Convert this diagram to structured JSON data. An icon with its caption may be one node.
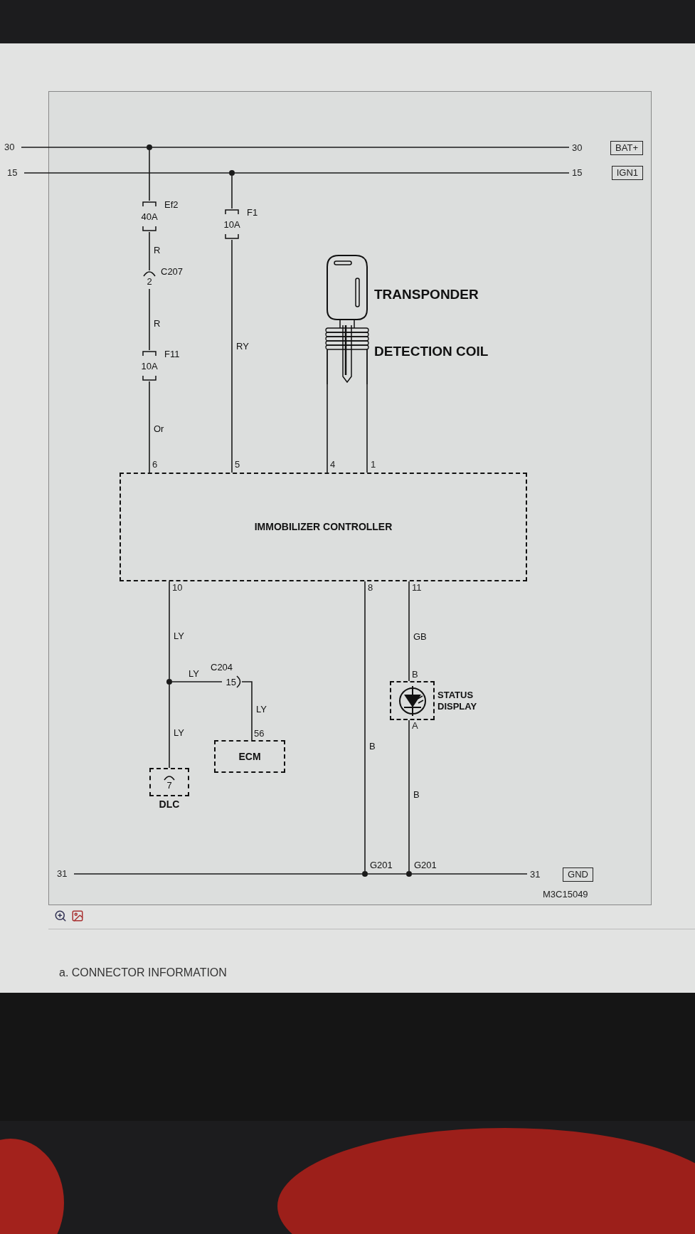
{
  "diagram": {
    "nodes": [
      {
        "text": [
          "BAT+"
        ],
        "beside": [
          "30"
        ]
      },
      {
        "text": [
          "IGN1"
        ],
        "beside": [
          "15"
        ]
      },
      {
        "text": [
          "40A"
        ],
        "beside": [
          "Ef2"
        ]
      },
      {
        "text": [
          "10A"
        ],
        "beside": [
          "F1"
        ]
      },
      {
        "text": [
          "2"
        ],
        "beside": [
          "C207"
        ]
      },
      {
        "text": [
          "10A"
        ],
        "beside": [
          "F11"
        ]
      },
      {
        "text": [],
        "shape": "picture",
        "beside": [
          "TRANSPONDER",
          "DETECTION COIL"
        ]
      },
      {
        "text": [
          "IMMOBILIZER CONTROLLER"
        ]
      },
      {
        "text": [
          "15"
        ],
        "beside": [
          "C204"
        ]
      },
      {
        "text": [
          "ECM"
        ]
      },
      {
        "text": [
          "7",
          "DLC"
        ]
      },
      {
        "text": [
          "STATUS DISPLAY"
        ]
      },
      {
        "text": [
          "GND"
        ],
        "beside": [
          "31"
        ]
      },
      {
        "text": [],
        "shape": "circle"
      },
      {
        "text": [],
        "shape": "circle",
        "beside": [
          "G201"
        ]
      },
      {
        "text": [],
        "shape": "circle",
        "beside": [
          "G201"
        ]
      },
      {
        "text": [],
        "shape": "circle"
      },
      {
        "text": [],
        "shape": "circle"
      },
      {
        "text": [
          "30"
        ]
      },
      {
        "text": [
          "15"
        ]
      },
      {
        "text": [
          "31"
        ]
      }
    ],
    "edges": [
      {
        "from": 18,
        "to": 16,
        "arrow": "none"
      },
      {
        "from": 16,
        "to": 0,
        "arrow": "none"
      },
      {
        "from": 19,
        "to": 17,
        "arrow": "none"
      },
      {
        "from": 17,
        "to": 1,
        "arrow": "none"
      },
      {
        "from": 16,
        "to": 2,
        "arrow": "none"
      },
      {
        "from": 2,
        "to": 4,
        "arrow": "none",
        "label": "R"
      },
      {
        "from": 4,
        "to": 5,
        "arrow": "none",
        "label": "R"
      },
      {
        "from": 5,
        "to": 7,
        "arrow": "none",
        "label": "Or"
      },
      {
        "from": 17,
        "to": 3,
        "arrow": "none"
      },
      {
        "from": 3,
        "to": 7,
        "arrow": "none",
        "label": "RY"
      },
      {
        "from": 6,
        "to": 7,
        "arrow": "none"
      },
      {
        "from": 6,
        "to": 7,
        "arrow": "none"
      },
      {
        "from": 7,
        "to": 13,
        "arrow": "none",
        "label": "LY"
      },
      {
        "from": 13,
        "to": 8,
        "arrow": "none",
        "label": "LY"
      },
      {
        "from": 8,
        "to": 9,
        "arrow": "none",
        "label": "LY"
      },
      {
        "from": 13,
        "to": 10,
        "arrow": "none",
        "label": "LY"
      },
      {
        "from": 7,
        "to": 14,
        "arrow": "none",
        "label": "B"
      },
      {
        "from": 7,
        "to": 11,
        "arrow": "none",
        "label": "GB"
      },
      {
        "from": 11,
        "to": 15,
        "arrow": "none",
        "label": "B"
      },
      {
        "from": 20,
        "to": 14,
        "arrow": "none"
      },
      {
        "from": 14,
        "to": 15,
        "arrow": "none"
      },
      {
        "from": 15,
        "to": 12,
        "arrow": "none"
      }
    ],
    "labels": [
      "6",
      "5",
      "4",
      "1",
      "10",
      "8",
      "11",
      "B",
      "A",
      "56",
      "M3C15049",
      "a. CONNECTOR INFORMATION"
    ]
  }
}
